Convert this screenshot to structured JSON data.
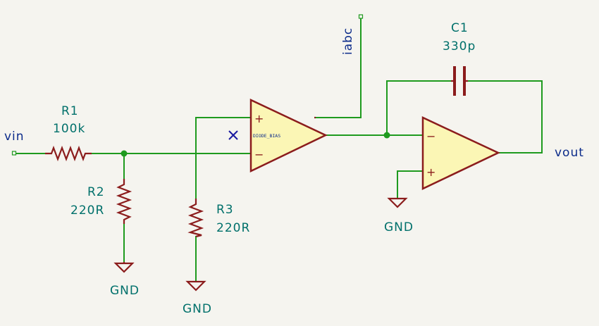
{
  "nets": {
    "vin": "vin",
    "vout": "vout",
    "iabc": "iabc"
  },
  "components": {
    "r1": {
      "ref": "R1",
      "value": "100k"
    },
    "r2": {
      "ref": "R2",
      "value": "220R"
    },
    "r3": {
      "ref": "R3",
      "value": "220R"
    },
    "c1": {
      "ref": "C1",
      "value": "330p"
    }
  },
  "grounds": [
    "GND",
    "GND",
    "GND"
  ],
  "ota": {
    "plus": "+",
    "minus": "−",
    "diode_bias": "DIODE_BIAS"
  },
  "opamp": {
    "minus": "−",
    "plus": "+"
  },
  "colors": {
    "wire": "#1e9a1e",
    "component": "#8b1c1c",
    "ic_fill": "#fbf6b5",
    "label": "#00706b",
    "net_label": "#0b2b8a",
    "background": "#f5f4ef"
  }
}
